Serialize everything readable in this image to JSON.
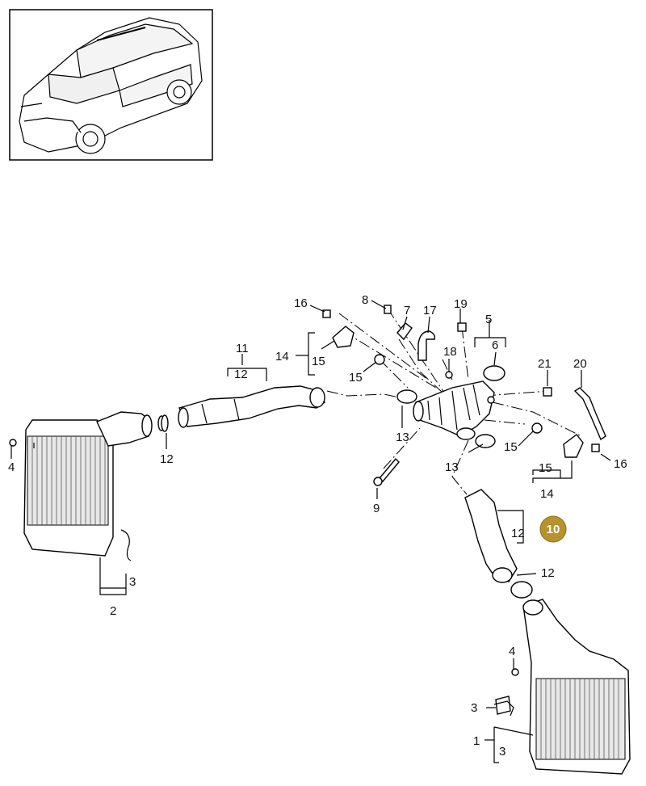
{
  "callouts": {
    "c1": "1",
    "c2": "2",
    "c3a": "3",
    "c3b": "3",
    "c3c": "3",
    "c4a": "4",
    "c4b": "4",
    "c5": "5",
    "c6": "6",
    "c7": "7",
    "c8": "8",
    "c9": "9",
    "c11": "11",
    "c12a": "12",
    "c12b": "12",
    "c12c": "12",
    "c12d": "12",
    "c13a": "13",
    "c13b": "13",
    "c14a": "14",
    "c14b": "14",
    "c15a": "15",
    "c15b": "15",
    "c15c": "15",
    "c15d": "15",
    "c16a": "16",
    "c16b": "16",
    "c17": "17",
    "c18": "18",
    "c19": "19",
    "c20": "20",
    "c21": "21"
  },
  "highlight": {
    "label": "10",
    "color": "#b8932b"
  },
  "colors": {
    "line": "#000000",
    "background": "#ffffff"
  }
}
